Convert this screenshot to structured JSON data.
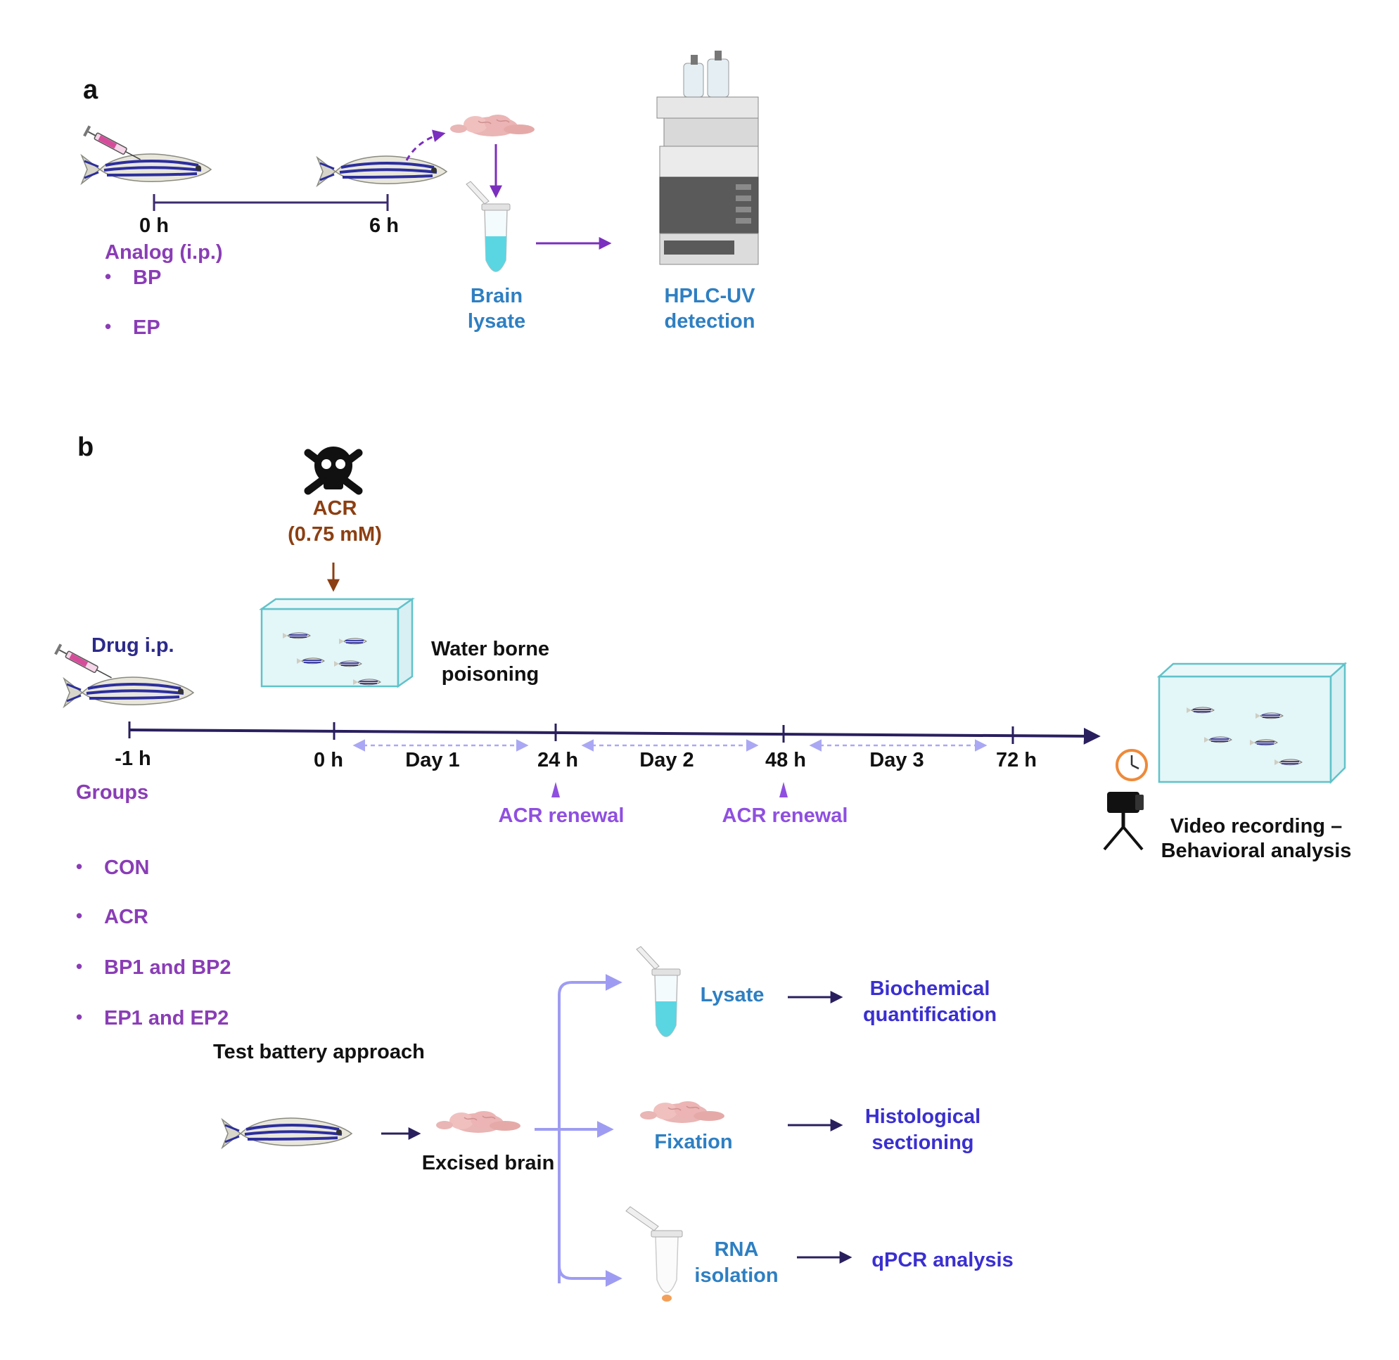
{
  "panel_a": {
    "label": "a",
    "timeline": {
      "start": "0 h",
      "end": "6 h"
    },
    "analog_title": "Analog (i.p.)",
    "analog_items": [
      "BP",
      "EP"
    ],
    "brain_lysate": [
      "Brain",
      "lysate"
    ],
    "hplc": [
      "HPLC-UV",
      "detection"
    ]
  },
  "panel_b": {
    "label": "b",
    "acr": {
      "name": "ACR",
      "concentration": "(0.75 mM)"
    },
    "drug": "Drug i.p.",
    "water": [
      "Water borne",
      "poisoning"
    ],
    "timeline_ticks": [
      "-1 h",
      "0 h",
      "24 h",
      "48 h",
      "72 h"
    ],
    "days": [
      "Day 1",
      "Day 2",
      "Day 3"
    ],
    "renewal": [
      "ACR renewal",
      "ACR renewal"
    ],
    "groups_title": "Groups",
    "groups": [
      "CON",
      "ACR",
      "BP1 and BP2",
      "EP1 and EP2"
    ],
    "video": [
      "Video recording –",
      "Behavioral analysis"
    ],
    "test_battery": "Test battery approach",
    "excised_brain": "Excised brain",
    "branches": [
      {
        "sample": [
          "Lysate"
        ],
        "result": [
          "Biochemical",
          "quantification"
        ]
      },
      {
        "sample": [
          "Fixation"
        ],
        "result": [
          "Histological",
          "sectioning"
        ]
      },
      {
        "sample": [
          "RNA",
          "isolation"
        ],
        "result": [
          "qPCR analysis"
        ]
      }
    ]
  },
  "colors": {
    "purple_text": "#8a3db6",
    "blue_text": "#2e7fc2",
    "navy_text": "#2c2a8a",
    "brown_text": "#8c3f12",
    "violet_text": "#8f4fe0",
    "indigo_text": "#3a2fd0",
    "timeline": "#2a1f5e",
    "branch_arrows": "#9e9cf2"
  },
  "icons": [
    "zebrafish-icon",
    "syringe-icon",
    "brain-icon",
    "microtube-icon",
    "hplc-instrument-icon",
    "skull-crossbones-icon",
    "fish-tank-icon",
    "clock-icon",
    "video-camera-tripod-icon"
  ]
}
